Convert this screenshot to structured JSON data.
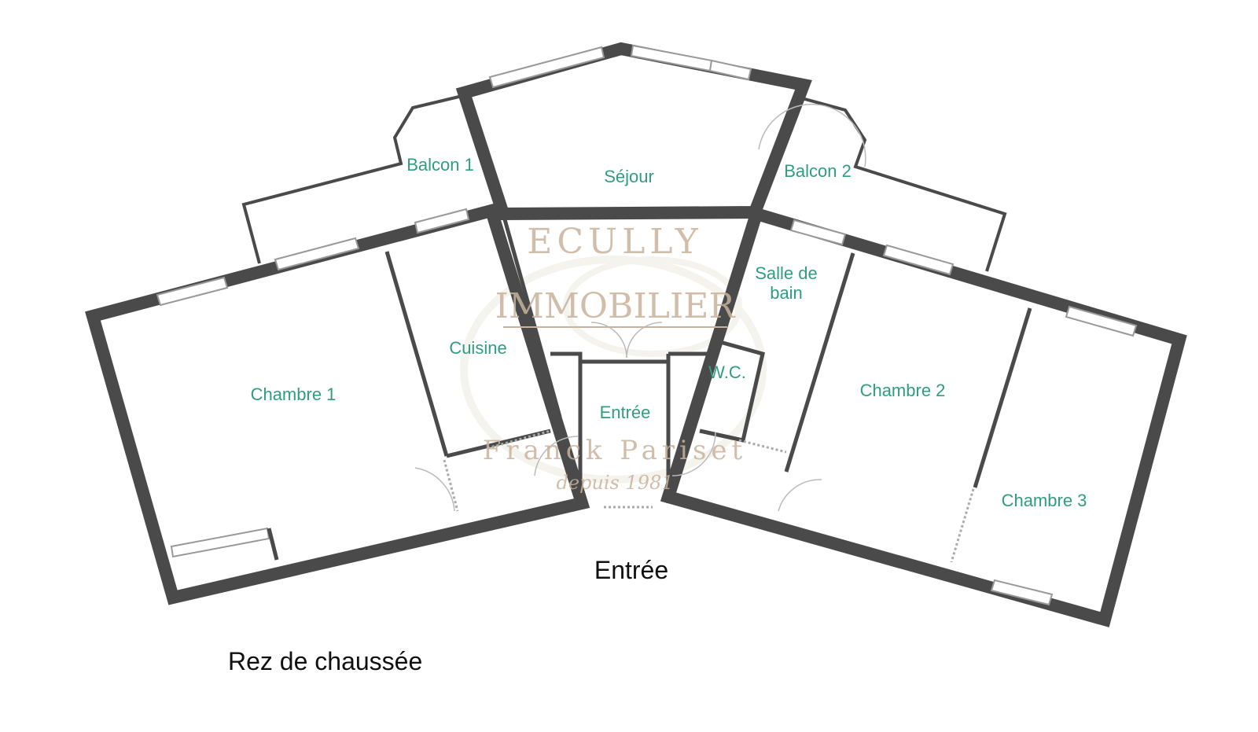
{
  "plan": {
    "rooms": {
      "sejour": "Séjour",
      "balcon1": "Balcon 1",
      "balcon2": "Balcon 2",
      "chambre1": "Chambre 1",
      "cuisine": "Cuisine",
      "salle_de_bain_1": "Salle de",
      "salle_de_bain_2": "bain",
      "wc": "W.C.",
      "entree_interieure": "Entrée",
      "chambre2": "Chambre 2",
      "chambre3": "Chambre 3"
    },
    "entrance_label": "Entrée",
    "floor_label": "Rez de chaussée"
  },
  "watermark": {
    "line1": "ECULLY",
    "line2": "IMMOBILIER",
    "line3": "Franck Pariset",
    "line4": "depuis 1981"
  },
  "colors": {
    "wall": "#4a4a4a",
    "room_label": "#2f9e80",
    "watermark": "#c9b39c"
  }
}
